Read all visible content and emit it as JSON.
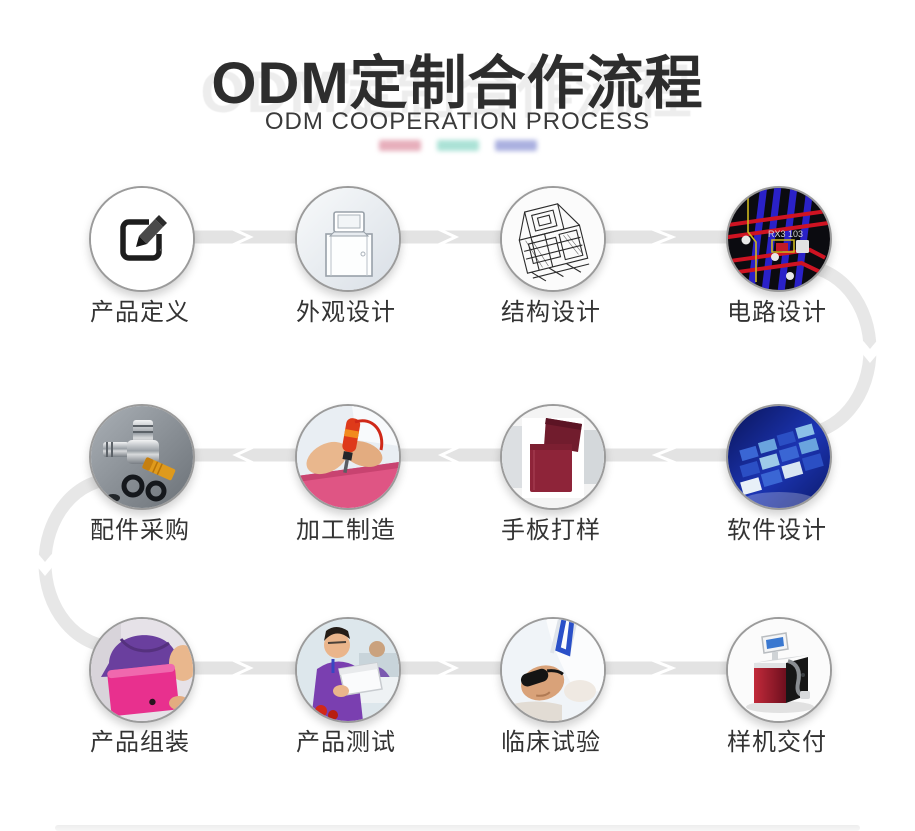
{
  "header": {
    "title": "ODM定制合作流程",
    "subtitle": "ODM COOPERATION PROCESS",
    "accent_colors": [
      "#e7aebb",
      "#abe2d6",
      "#aab0e0"
    ]
  },
  "flow": {
    "connector_color": "#e4e4e4",
    "flow_direction_by_row": [
      "right",
      "left",
      "right"
    ],
    "steps": [
      {
        "label": "产品定义",
        "icon": "edit-pencil-icon"
      },
      {
        "label": "外观设计",
        "icon": "appearance-design-image"
      },
      {
        "label": "结构设计",
        "icon": "structure-cad-image"
      },
      {
        "label": "电路设计",
        "icon": "circuit-pcb-image",
        "pcb_text": "RX3 103"
      },
      {
        "label": "配件采购",
        "icon": "metal-fittings-image"
      },
      {
        "label": "加工制造",
        "icon": "assembly-tool-image"
      },
      {
        "label": "手板打样",
        "icon": "prototype-shell-image"
      },
      {
        "label": "软件设计",
        "icon": "software-tiles-image"
      },
      {
        "label": "产品组装",
        "icon": "product-assembly-image"
      },
      {
        "label": "产品测试",
        "icon": "product-testing-image"
      },
      {
        "label": "临床试验",
        "icon": "clinical-trial-image"
      },
      {
        "label": "样机交付",
        "icon": "sample-machine-image"
      }
    ]
  }
}
